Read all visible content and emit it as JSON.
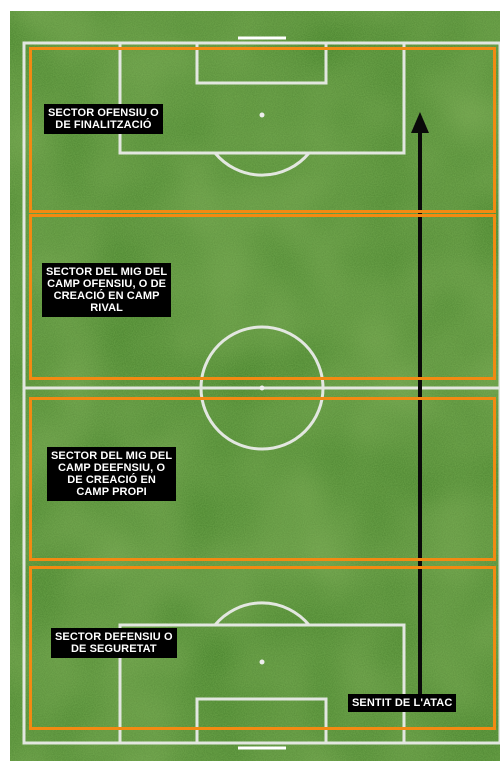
{
  "sectors": [
    {
      "label": "SECTOR OFENSIU O\nDE FINALITZACIÓ"
    },
    {
      "label": "SECTOR DEL MIG DEL\nCAMP OFENSIU, O DE\nCREACIÓ EN CAMP\nRIVAL"
    },
    {
      "label": "SECTOR DEL MIG DEL\nCAMP DEEFNSIU, O\nDE CREACIÓ EN\nCAMP PROPI"
    },
    {
      "label": "SECTOR DEFENSIU O\nDE SEGURETAT"
    }
  ],
  "arrow": {
    "label": "SENTIT DE L'ATAC"
  },
  "colors": {
    "grass": "#3f7a26",
    "grass_light": "#5a9433",
    "grass_dark": "#2c5c1a",
    "lines": "#f2f2f2",
    "sector_border": "#f28a12",
    "label_bg": "#000000",
    "label_text": "#ffffff"
  }
}
